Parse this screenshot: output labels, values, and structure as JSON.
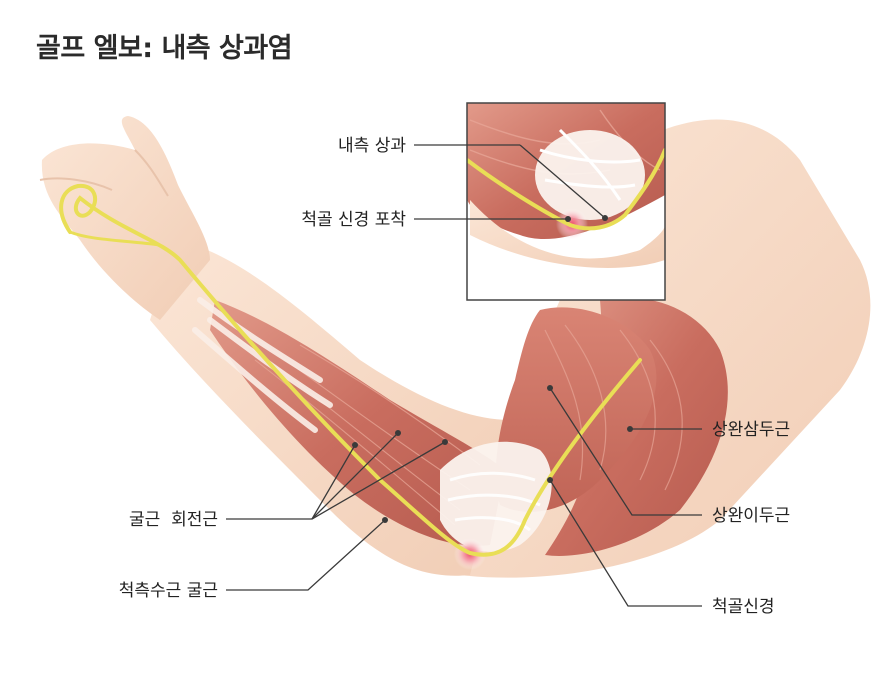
{
  "title": "골프 엘보: 내측 상과염",
  "labels": {
    "medial_epicondyle": "내측 상과",
    "ulnar_entrapment": "척골 신경 포착",
    "triceps": "상완삼두근",
    "biceps": "상완이두근",
    "ulnar_nerve": "척골신경",
    "flexor_pronator": "굴근  회전근",
    "fcu": "척측수근 굴근"
  },
  "colors": {
    "skin": "#f6dcc8",
    "muscle": "#c97163",
    "tendon": "#fbf3ee",
    "nerve": "#e9de56",
    "inflammation": "#e2586f",
    "title": "#2b2b2b"
  }
}
